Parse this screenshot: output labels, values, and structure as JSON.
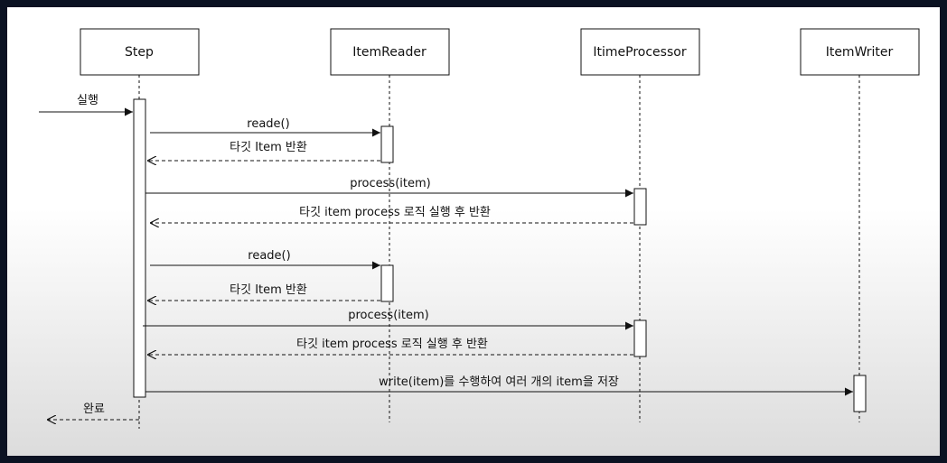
{
  "participants": [
    {
      "id": "step",
      "label": "Step"
    },
    {
      "id": "reader",
      "label": "ItemReader"
    },
    {
      "id": "processor",
      "label": "ItimeProcessor"
    },
    {
      "id": "writer",
      "label": "ItemWriter"
    }
  ],
  "messages": [
    {
      "label": "실행",
      "from": "external",
      "to": "step",
      "style": "solid"
    },
    {
      "label": "reade()",
      "from": "step",
      "to": "reader",
      "style": "solid"
    },
    {
      "label": "타깃 Item 반환",
      "from": "reader",
      "to": "step",
      "style": "dashed"
    },
    {
      "label": "process(item)",
      "from": "step",
      "to": "processor",
      "style": "solid"
    },
    {
      "label": "타깃 item process 로직 실행 후 반환",
      "from": "processor",
      "to": "step",
      "style": "dashed"
    },
    {
      "label": "reade()",
      "from": "step",
      "to": "reader",
      "style": "solid"
    },
    {
      "label": "타깃 Item 반환",
      "from": "reader",
      "to": "step",
      "style": "dashed"
    },
    {
      "label": "process(item)",
      "from": "step",
      "to": "processor",
      "style": "solid"
    },
    {
      "label": "타깃 item process 로직 실행 후 반환",
      "from": "processor",
      "to": "step",
      "style": "dashed"
    },
    {
      "label": "write(item)를 수행하여 여러 개의 item을 저장",
      "from": "step",
      "to": "writer",
      "style": "solid"
    },
    {
      "label": "완료",
      "from": "step",
      "to": "external",
      "style": "dashed"
    }
  ],
  "colors": {
    "line": "#111111",
    "background": "#ffffff",
    "frame": "#0b1222"
  }
}
